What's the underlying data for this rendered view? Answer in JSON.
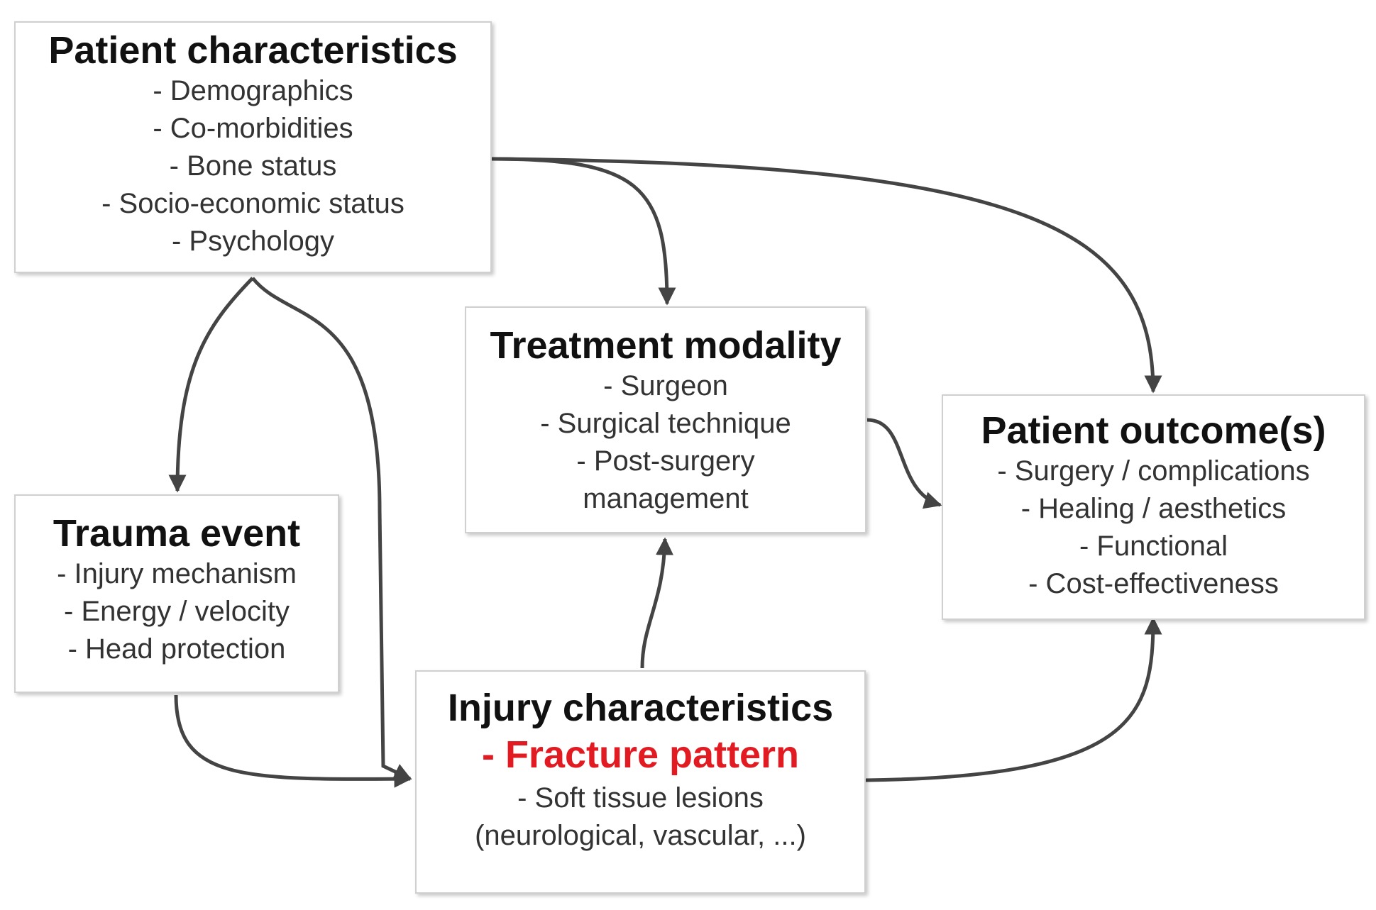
{
  "boxes": {
    "patient_characteristics": {
      "title": "Patient characteristics",
      "items": [
        "- Demographics",
        "- Co-morbidities",
        "- Bone status",
        "- Socio-economic status",
        "- Psychology"
      ]
    },
    "treatment_modality": {
      "title": "Treatment modality",
      "items": [
        "- Surgeon",
        "- Surgical technique",
        "- Post-surgery",
        "management"
      ]
    },
    "patient_outcomes": {
      "title": "Patient outcome(s)",
      "items": [
        "- Surgery / complications",
        "- Healing / aesthetics",
        "- Functional",
        "- Cost-effectiveness"
      ]
    },
    "trauma_event": {
      "title": "Trauma event",
      "items": [
        "- Injury mechanism",
        "- Energy / velocity",
        "- Head protection"
      ]
    },
    "injury_characteristics": {
      "title": "Injury characteristics",
      "highlight": "- Fracture pattern",
      "items": [
        "- Soft tissue lesions",
        "(neurological, vascular, ...)"
      ]
    }
  },
  "colors": {
    "highlight": "#e21b22",
    "arrow": "#444444",
    "border": "#d0d0d0"
  },
  "edges": [
    {
      "from": "Patient characteristics",
      "to": "Treatment modality"
    },
    {
      "from": "Patient characteristics",
      "to": "Patient outcome(s)"
    },
    {
      "from": "Patient characteristics",
      "to": "Trauma event"
    },
    {
      "from": "Patient characteristics",
      "to": "Injury characteristics"
    },
    {
      "from": "Trauma event",
      "to": "Injury characteristics"
    },
    {
      "from": "Injury characteristics",
      "to": "Treatment modality"
    },
    {
      "from": "Injury characteristics",
      "to": "Patient outcome(s)"
    },
    {
      "from": "Treatment modality",
      "to": "Patient outcome(s)"
    }
  ]
}
